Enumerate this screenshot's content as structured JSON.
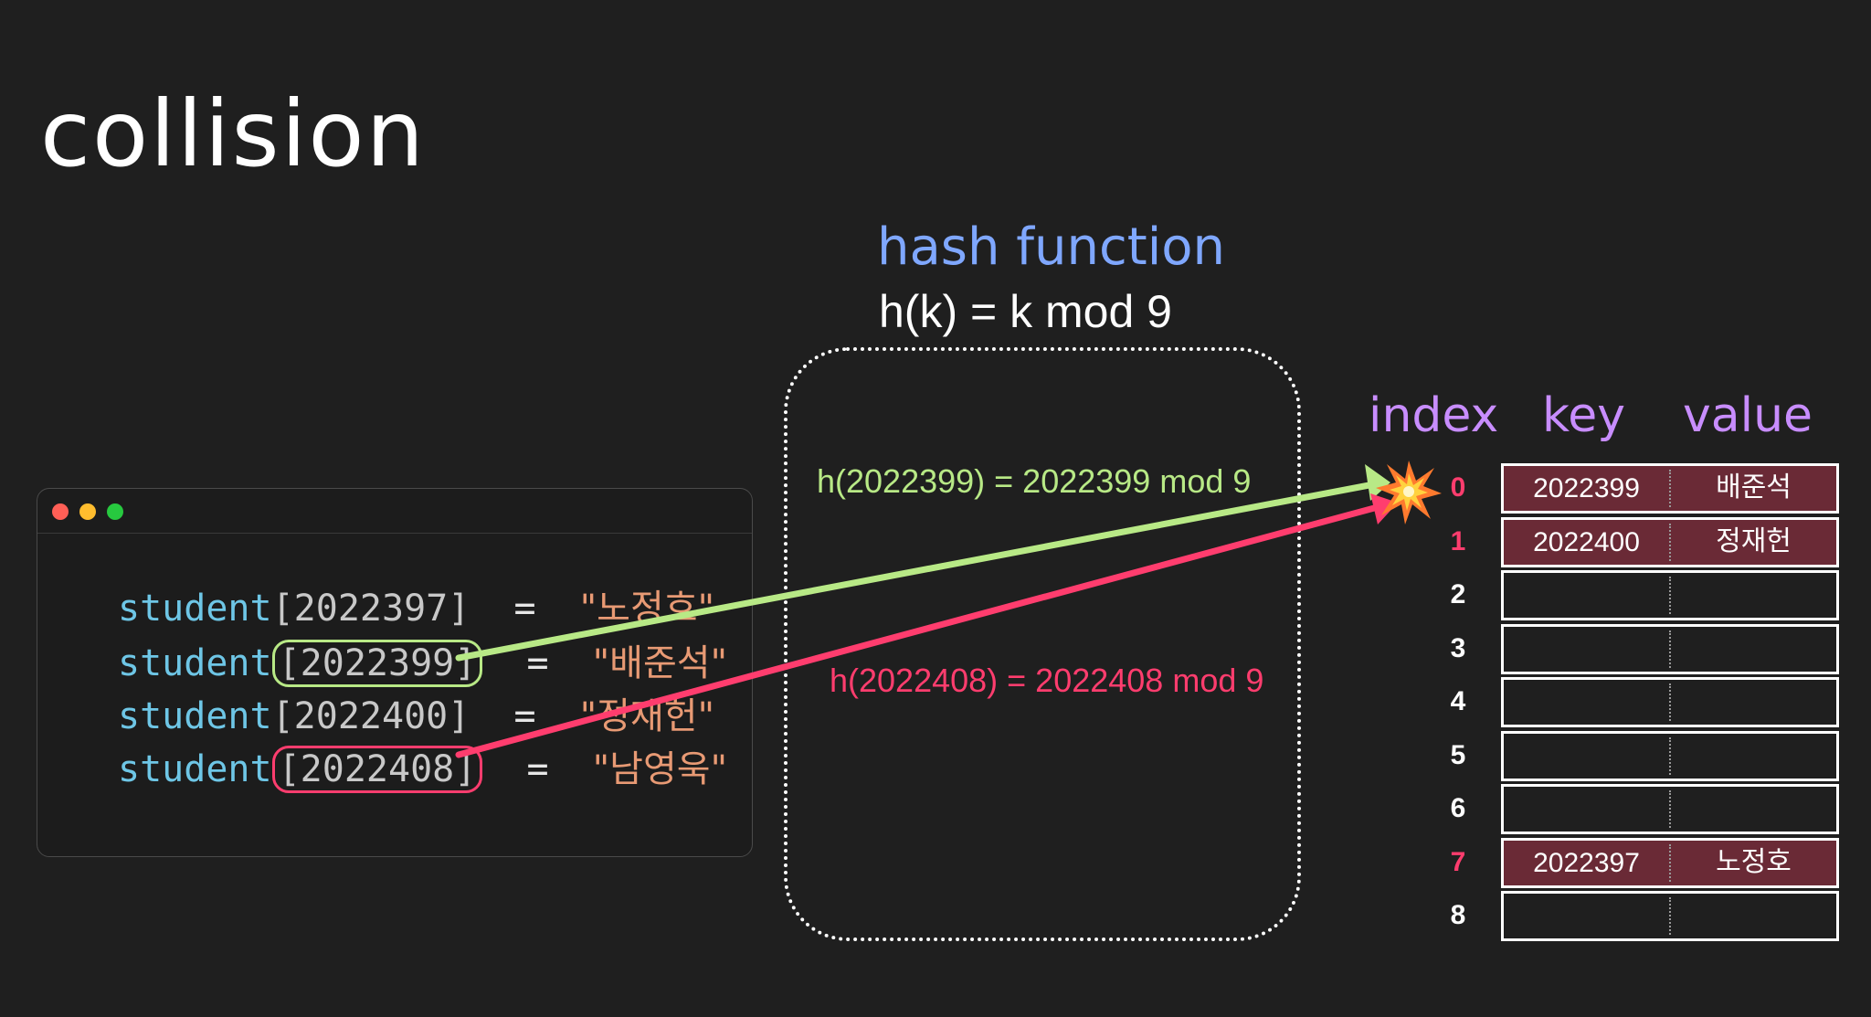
{
  "title": "collision",
  "hash_function": {
    "title": "hash function",
    "formula": "h(k) = k mod 9",
    "calc_green": "h(2022399) = 2022399 mod 9",
    "calc_red": "h(2022408) = 2022408 mod 9"
  },
  "code": {
    "lines": [
      {
        "var": "student",
        "key": "2022397",
        "value": "\"노정호\"",
        "highlight": "none"
      },
      {
        "var": "student",
        "key": "2022399",
        "value": "\"배준석\"",
        "highlight": "green"
      },
      {
        "var": "student",
        "key": "2022400",
        "value": "\"정재헌\"",
        "highlight": "none"
      },
      {
        "var": "student",
        "key": "2022408",
        "value": "\"남영욱\"",
        "highlight": "red"
      }
    ],
    "open_bracket": "[",
    "close_bracket": "]",
    "equals": "="
  },
  "table": {
    "headers": {
      "index": "index",
      "key": "key",
      "value": "value"
    },
    "rows": [
      {
        "index": "0",
        "key": "2022399",
        "value": "배준석",
        "filled": true,
        "index_color": "#ff3d6e"
      },
      {
        "index": "1",
        "key": "2022400",
        "value": "정재헌",
        "filled": true,
        "index_color": "#ff3d6e"
      },
      {
        "index": "2",
        "key": "",
        "value": "",
        "filled": false,
        "index_color": "#ffffff"
      },
      {
        "index": "3",
        "key": "",
        "value": "",
        "filled": false,
        "index_color": "#ffffff"
      },
      {
        "index": "4",
        "key": "",
        "value": "",
        "filled": false,
        "index_color": "#ffffff"
      },
      {
        "index": "5",
        "key": "",
        "value": "",
        "filled": false,
        "index_color": "#ffffff"
      },
      {
        "index": "6",
        "key": "",
        "value": "",
        "filled": false,
        "index_color": "#ffffff"
      },
      {
        "index": "7",
        "key": "2022397",
        "value": "노정호",
        "filled": true,
        "index_color": "#ff3d6e"
      },
      {
        "index": "8",
        "key": "",
        "value": "",
        "filled": false,
        "index_color": "#ffffff"
      }
    ]
  },
  "colors": {
    "green": "#b8e986",
    "red": "#ff3d6e",
    "blue": "#7fa7ff",
    "purple": "#c88dff",
    "filled_row": "#6a2a36"
  },
  "icons": {
    "collision": "collision-burst-icon"
  }
}
